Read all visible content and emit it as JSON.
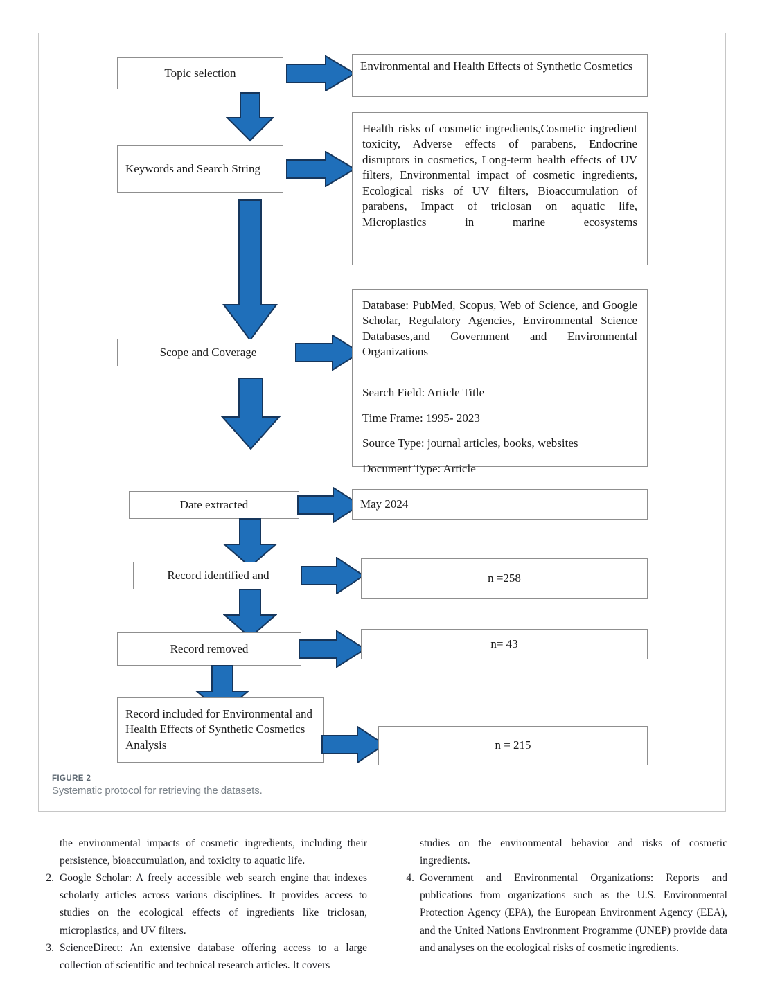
{
  "figure": {
    "caption_label": "FIGURE 2",
    "caption_text": "Systematic protocol for retrieving the datasets.",
    "colors": {
      "arrow_fill": "#1f6fba",
      "arrow_stroke": "#16365c",
      "box_border": "#8f8f8f",
      "frame_border": "#c6c6c6",
      "caption_label_color": "#5b6670",
      "caption_text_color": "#7a8289"
    }
  },
  "flow": {
    "steps": [
      {
        "id": "topic-selection",
        "left_label": "Topic selection",
        "right_text": "Environmental and Health Effects of Synthetic Cosmetics"
      },
      {
        "id": "keywords-search-string",
        "left_label": "Keywords and  Search String",
        "right_text": "Health risks of cosmetic ingredients,Cosmetic ingredient toxicity, Adverse effects of parabens, Endocrine disruptors in cosmetics, Long-term health effects of UV filters, Environmental impact of cosmetic ingredients, Ecological risks of UV filters, Bioaccumulation of parabens, Impact of triclosan on aquatic life, Microplastics in marine ecosystems"
      },
      {
        "id": "scope-and-coverage",
        "left_label": "Scope and  Coverage",
        "right_lines": [
          "Database: PubMed, Scopus, Web of Science, and Google Scholar, Regulatory Agencies, Environmental Science Databases,and Government and Environmental Organizations",
          "Search Field: Article Title",
          "Time Frame: 1995- 2023",
          "Source Type: journal articles, books, websites",
          "Document Type: Article"
        ]
      },
      {
        "id": "date-extracted",
        "left_label": "Date extracted",
        "right_text": "May  2024"
      },
      {
        "id": "record-identified",
        "left_label": "Record identified and",
        "right_text": "n =258"
      },
      {
        "id": "record-removed",
        "left_label": "Record removed",
        "right_text": "n= 43"
      },
      {
        "id": "record-included",
        "left_label": "Record included for Environmental and Health Effects of Synthetic Cosmetics   Analysis",
        "right_text": "n = 215"
      }
    ]
  },
  "article_body": {
    "left_column": {
      "continuation": "the environmental impacts of cosmetic ingredients, including their persistence, bioaccumulation, and toxicity to aquatic life.",
      "items": [
        {
          "number": "2.",
          "text": "Google Scholar: A freely accessible web search engine that indexes scholarly articles across various disciplines. It provides access to studies on the ecological effects of ingredients like triclosan, microplastics, and UV filters."
        },
        {
          "number": "3.",
          "text": "ScienceDirect: An extensive database offering access to a large collection of scientific and technical research articles. It covers"
        }
      ]
    },
    "right_column": {
      "continuation": "studies on the environmental behavior and risks of cosmetic ingredients.",
      "items": [
        {
          "number": "4.",
          "text": "Government and Environmental Organizations: Reports and publications from organizations such as the U.S. Environmental Protection Agency (EPA), the European Environment Agency (EEA), and the United Nations Environment Programme (UNEP) provide data and analyses on the ecological risks of cosmetic ingredients."
        }
      ]
    }
  }
}
